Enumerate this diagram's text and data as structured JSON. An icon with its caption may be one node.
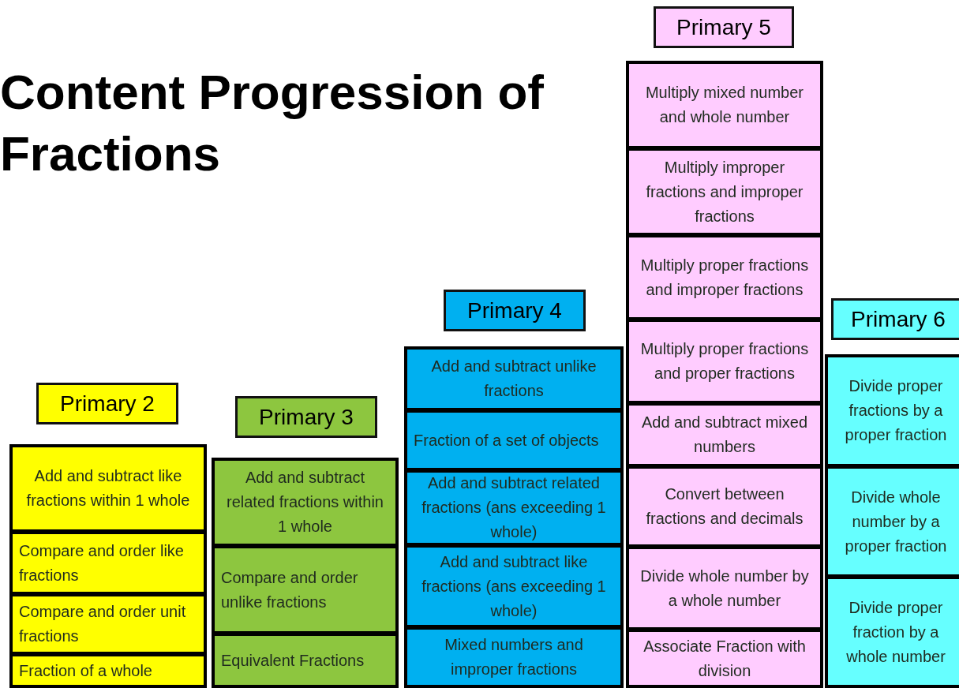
{
  "diagram": {
    "title": "Content Progression of Fractions",
    "nodes": [
      {
        "text": [
          "Primary 2"
        ]
      },
      {
        "text": [
          "Add and subtract like fractions within 1 whole"
        ]
      },
      {
        "text": [
          "Compare and order like fractions"
        ]
      },
      {
        "text": [
          "Compare and order unit fractions"
        ]
      },
      {
        "text": [
          "Fraction of a whole"
        ]
      },
      {
        "text": [
          "Primary 3"
        ]
      },
      {
        "text": [
          "Add and subtract related fractions within 1 whole"
        ]
      },
      {
        "text": [
          "Compare and order unlike fractions"
        ]
      },
      {
        "text": [
          "Equivalent Fractions"
        ]
      },
      {
        "text": [
          "Primary 4"
        ]
      },
      {
        "text": [
          "Add and subtract unlike fractions"
        ]
      },
      {
        "text": [
          "Fraction of a set of objects"
        ]
      },
      {
        "text": [
          "Add and subtract related fractions (ans exceeding 1 whole)"
        ]
      },
      {
        "text": [
          "Add and subtract like fractions (ans exceeding 1 whole)"
        ]
      },
      {
        "text": [
          "Mixed numbers and improper fractions"
        ]
      },
      {
        "text": [
          "Primary 5"
        ]
      },
      {
        "text": [
          "Multiply mixed number and whole number"
        ]
      },
      {
        "text": [
          "Multiply improper fractions and improper fractions"
        ]
      },
      {
        "text": [
          "Multiply proper fractions and improper fractions"
        ]
      },
      {
        "text": [
          "Multiply proper fractions and proper fractions"
        ]
      },
      {
        "text": [
          "Add and subtract mixed numbers"
        ]
      },
      {
        "text": [
          "Convert between fractions and decimals"
        ]
      },
      {
        "text": [
          "Divide whole number by a whole number"
        ]
      },
      {
        "text": [
          "Associate Fraction with division"
        ]
      },
      {
        "text": [
          "Primary 6"
        ]
      },
      {
        "text": [
          "Divide proper fractions by a proper fraction"
        ]
      },
      {
        "text": [
          "Divide whole number by a proper fraction"
        ]
      },
      {
        "text": [
          "Divide proper fraction by a whole number"
        ]
      }
    ]
  }
}
